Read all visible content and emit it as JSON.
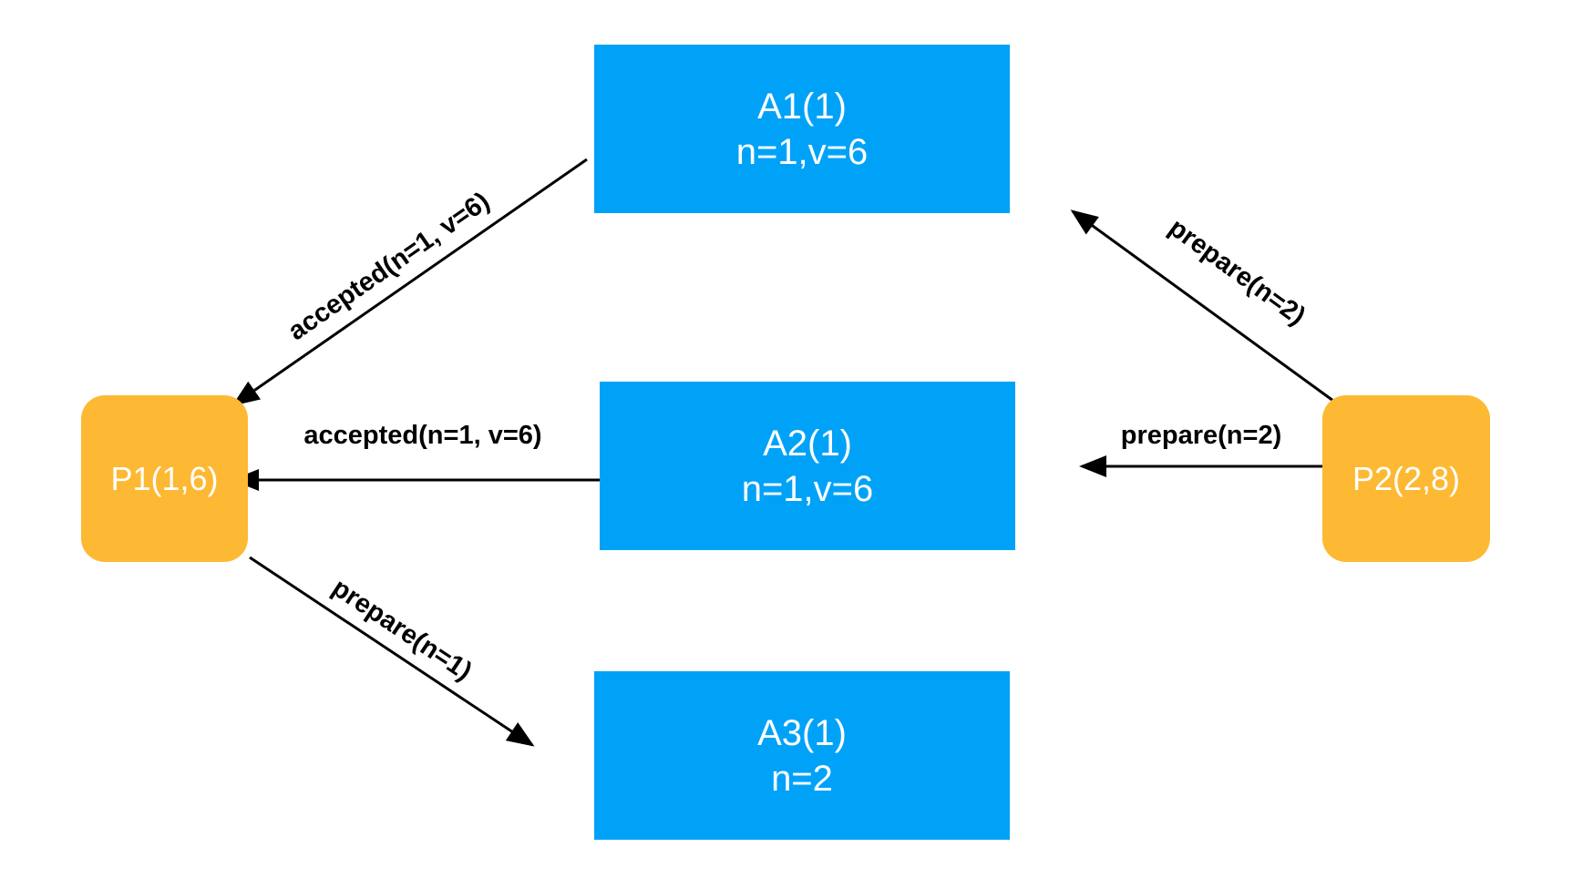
{
  "acceptors": [
    {
      "name": "A1(1)",
      "state": "n=1,v=6"
    },
    {
      "name": "A2(1)",
      "state": "n=1,v=6"
    },
    {
      "name": "A3(1)",
      "state": "n=2"
    }
  ],
  "proposers": [
    {
      "name": "P1(1,6)"
    },
    {
      "name": "P2(2,8)"
    }
  ],
  "edges": [
    {
      "from": "A1(1)",
      "to": "P1(1,6)",
      "label": "accepted(n=1, v=6)"
    },
    {
      "from": "A2(1)",
      "to": "P1(1,6)",
      "label": "accepted(n=1, v=6)"
    },
    {
      "from": "P1(1,6)",
      "to": "A3(1)",
      "label": "prepare(n=1)"
    },
    {
      "from": "P2(2,8)",
      "to": "A1(1)",
      "label": "prepare(n=2)"
    },
    {
      "from": "P2(2,8)",
      "to": "A2(1)",
      "label": "prepare(n=2)"
    }
  ],
  "colors": {
    "acceptor_fill": "#00a2f8",
    "proposer_fill": "#fdb933",
    "node_text": "#ffffff",
    "edge": "#000000"
  }
}
